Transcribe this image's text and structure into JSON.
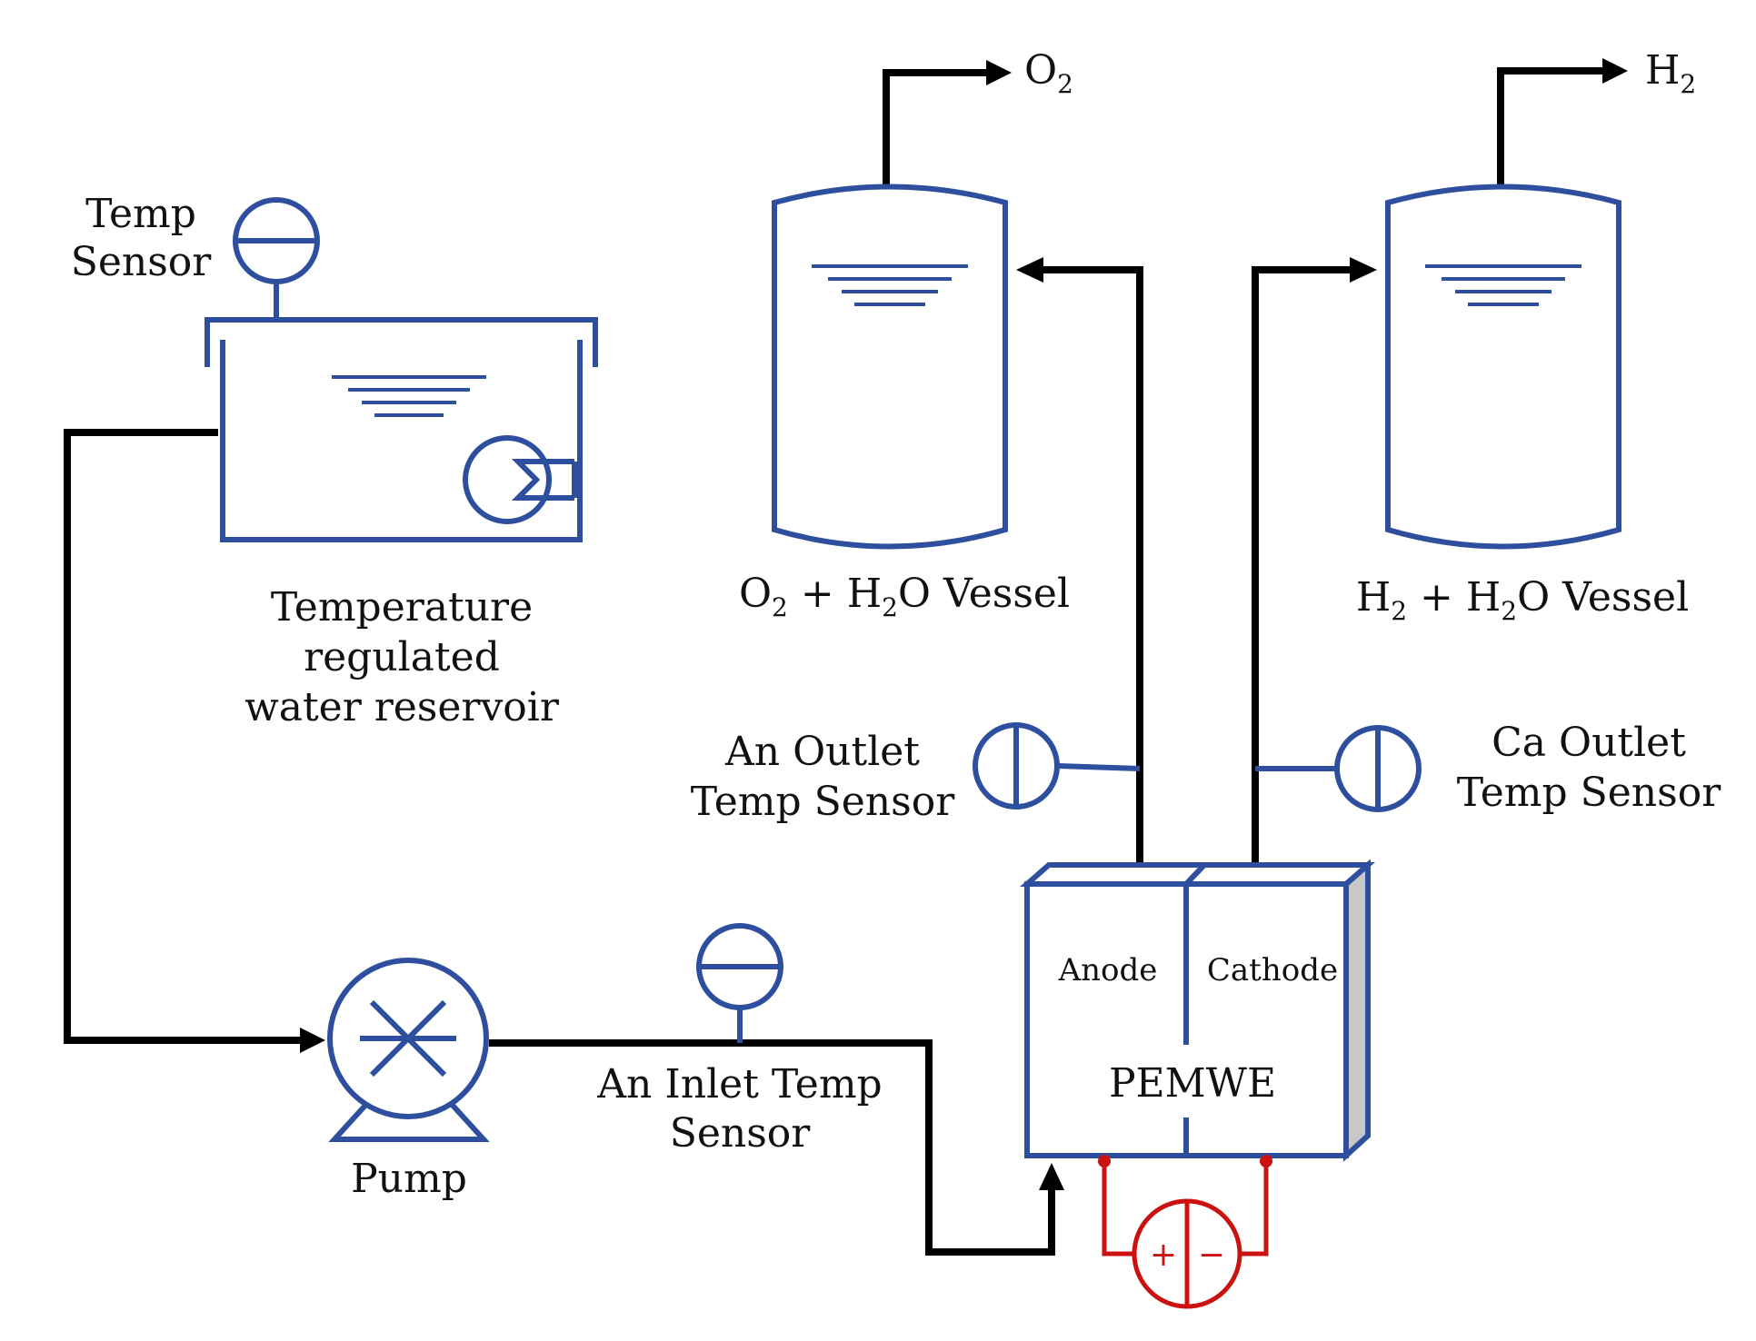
{
  "labels": {
    "temp_sensor_line1": "Temp",
    "temp_sensor_line2": "Sensor",
    "reservoir_line1": "Temperature",
    "reservoir_line2": "regulated",
    "reservoir_line3": "water reservoir",
    "pump": "Pump",
    "inlet_sensor_line1": "An Inlet Temp",
    "inlet_sensor_line2": "Sensor",
    "an_outlet_line1": "An Outlet",
    "an_outlet_line2": "Temp Sensor",
    "ca_outlet_line1": "Ca Outlet",
    "ca_outlet_line2": "Temp Sensor",
    "anode": "Anode",
    "cathode": "Cathode",
    "pemwe": "PEMWE",
    "o2_vessel": {
      "a": "O",
      "a_sub": "2",
      "b": " + H",
      "b_sub": "2",
      "c": "O Vessel"
    },
    "h2_vessel": {
      "a": "H",
      "a_sub": "2",
      "b": " + H",
      "b_sub": "2",
      "c": "O Vessel"
    },
    "o2_out": {
      "a": "O",
      "a_sub": "2"
    },
    "h2_out": {
      "a": "H",
      "a_sub": "2"
    },
    "plus": "+",
    "minus": "−"
  },
  "colors": {
    "equipment": "#2d4f9e",
    "pipe": "#000000",
    "power": "#cc1111",
    "side_shade": "#c8c8c8"
  }
}
